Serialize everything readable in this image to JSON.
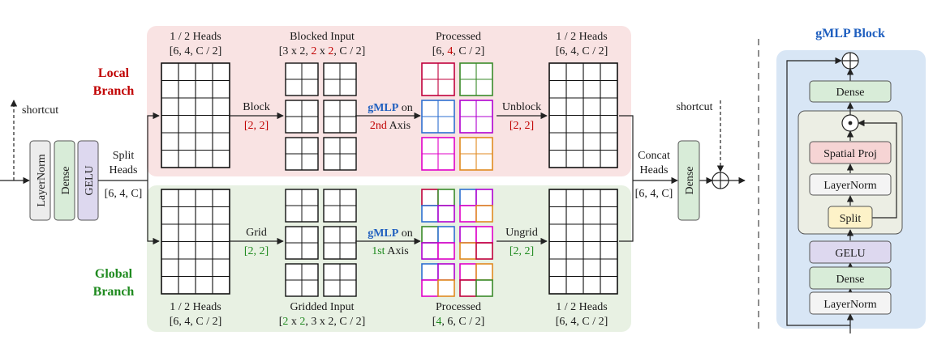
{
  "local_branch": {
    "title_line1": "Local",
    "title_line2": "Branch",
    "input_heads_line1": "1 / 2 Heads",
    "input_heads_line2": "[6, 4, C / 2]",
    "blocked_input_title": "Blocked Input",
    "blocked_input_shape_prefix": "[3 x 2, ",
    "blocked_input_shape_red": "2",
    "blocked_input_shape_mid": " x ",
    "blocked_input_shape_red2": "2",
    "blocked_input_shape_suffix": ", C / 2]",
    "processed_title": "Processed",
    "processed_shape_prefix": "[6, ",
    "processed_shape_red": "4",
    "processed_shape_suffix": ", C / 2]",
    "output_heads_line1": "1 / 2 Heads",
    "output_heads_line2": "[6, 4, C / 2]",
    "block_label": "Block",
    "block_size": "[2, 2]",
    "gmlp_label": "gMLP",
    "gmlp_on": " on",
    "gmlp_axis_red": "2nd",
    "gmlp_axis_suffix": " Axis",
    "unblock_label": "Unblock",
    "unblock_size": "[2, 2]"
  },
  "global_branch": {
    "title_line1": "Global",
    "title_line2": "Branch",
    "input_heads_line1": "1 / 2 Heads",
    "input_heads_line2": "[6, 4, C / 2]",
    "gridded_input_title": "Gridded Input",
    "gridded_shape_g1": "2",
    "gridded_shape_mid": " x ",
    "gridded_shape_g2": "2",
    "gridded_shape_suffix": ", 3 x 2, C / 2]",
    "processed_title": "Processed",
    "processed_shape_g": "4",
    "processed_shape_suffix": ", 6, C / 2]",
    "output_heads_line1": "1 / 2 Heads",
    "output_heads_line2": "[6, 4, C / 2]",
    "grid_label": "Grid",
    "grid_size": "[2, 2]",
    "gmlp_label": "gMLP",
    "gmlp_on": " on",
    "gmlp_axis_green": "1st",
    "gmlp_axis_suffix": " Axis",
    "ungrid_label": "Ungrid",
    "ungrid_size": "[2, 2]"
  },
  "left": {
    "shortcut": "shortcut",
    "layernorm": "LayerNorm",
    "dense": "Dense",
    "gelu": "GELU",
    "split_line1": "Split",
    "split_line2": "Heads",
    "split_shape": "[6, 4, C]"
  },
  "right": {
    "concat_line1": "Concat",
    "concat_line2": "Heads",
    "concat_shape": "[6, 4, C]",
    "dense": "Dense",
    "shortcut": "shortcut"
  },
  "gmlp_block": {
    "title": "gMLP Block",
    "dense": "Dense",
    "spatial_proj": "Spatial Proj",
    "layernorm_inner": "LayerNorm",
    "split": "Split",
    "gelu": "GELU",
    "dense_bottom": "Dense",
    "layernorm_bottom": "LayerNorm"
  },
  "colors": {
    "local_bg": "#f9e3e3",
    "global_bg": "#e8f1e3",
    "gmlp_bg": "#d8e6f5",
    "layernorm_fill": "#ececec",
    "dense_fill": "#d8ecd8",
    "gelu_fill": "#ddd8ef",
    "spatial_fill": "#f6d4d4",
    "split_fill": "#fdf2c8",
    "red": "#c00000",
    "green": "#1f8a1f",
    "blue": "#1f5fbf"
  }
}
